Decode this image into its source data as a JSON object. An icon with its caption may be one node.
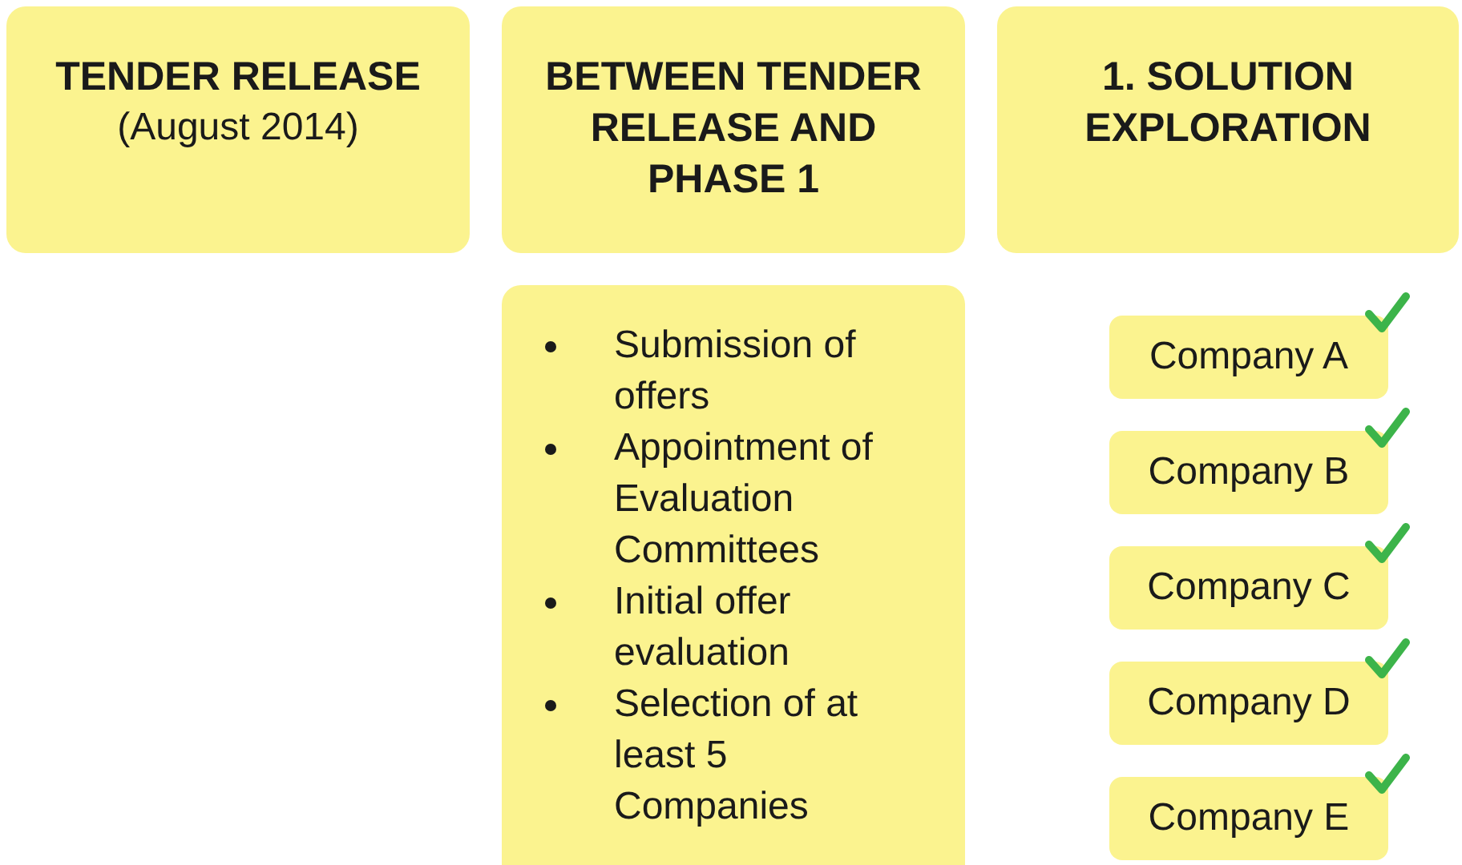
{
  "diagram": {
    "nodes": [
      {
        "text": [
          "TENDER RELEASE",
          "(August 2014)"
        ]
      },
      {
        "text": [
          "BETWEEN TENDER RELEASE AND PHASE 1"
        ]
      },
      {
        "text": [
          "1. SOLUTION EXPLORATION"
        ]
      },
      {
        "text": [
          "Submission of offers",
          "Appointment of Evaluation Committees",
          "Initial offer evaluation",
          "Selection of at least 5 Companies"
        ]
      },
      {
        "text": [
          "Company A"
        ]
      },
      {
        "text": [
          "Company B"
        ]
      },
      {
        "text": [
          "Company C"
        ]
      },
      {
        "text": [
          "Company D"
        ]
      },
      {
        "text": [
          "Company E"
        ]
      }
    ]
  }
}
